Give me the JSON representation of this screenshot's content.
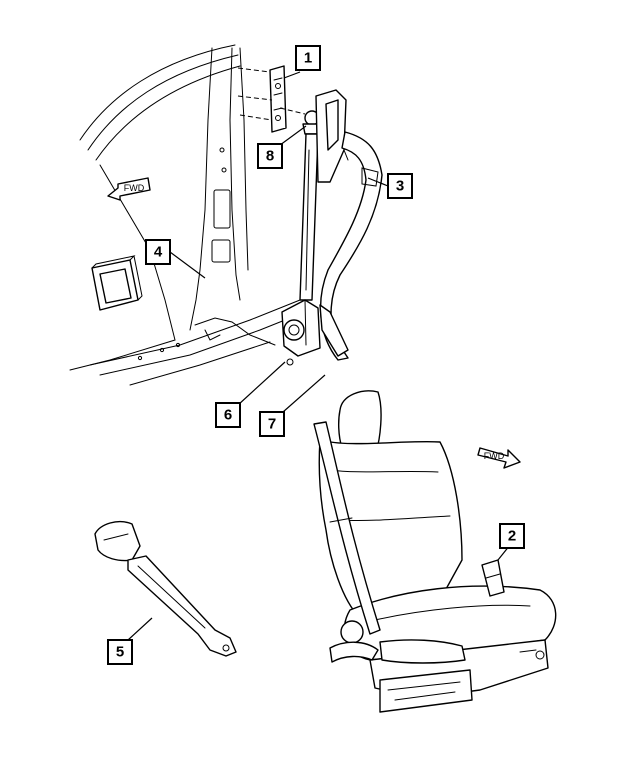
{
  "callouts": {
    "c1": "1",
    "c2": "2",
    "c3": "3",
    "c4": "4",
    "c5": "5",
    "c6": "6",
    "c7": "7",
    "c8": "8"
  },
  "fwd_labels": {
    "upper": "FWD",
    "lower": "FWD"
  }
}
